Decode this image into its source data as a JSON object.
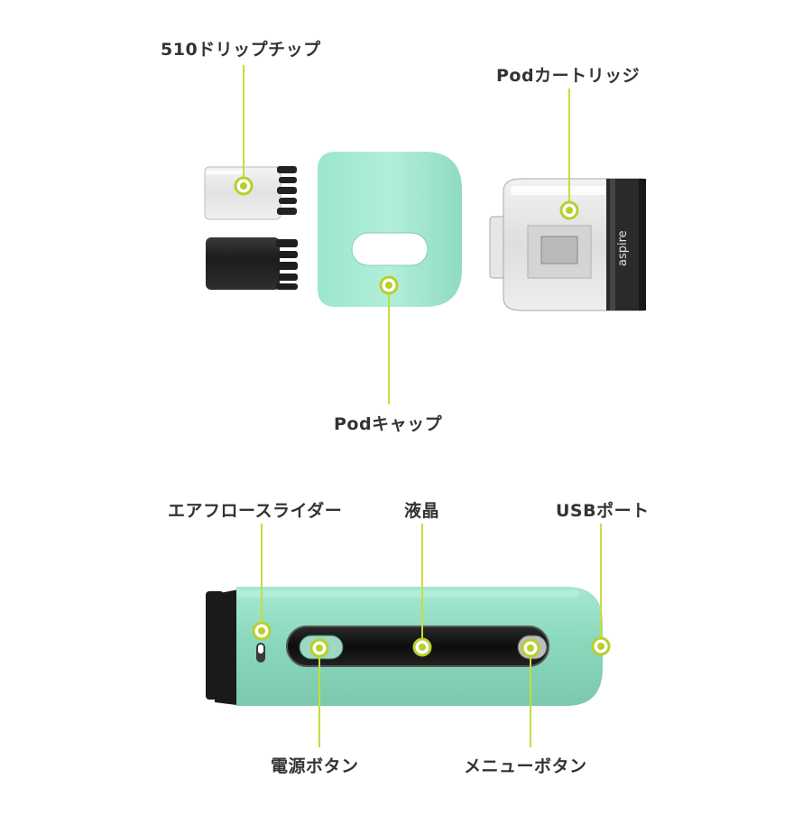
{
  "labels": {
    "drip_tip": "510ドリップチップ",
    "pod_cartridge": "Podカートリッジ",
    "pod_cap": "Podキャップ",
    "airflow_slider": "エアフロースライダー",
    "lcd": "液晶",
    "usb_port": "USBポート",
    "power_button": "電源ボタン",
    "menu_button": "メニューボタン"
  },
  "brand_text": "aspire",
  "colors": {
    "accent_line": "#c8dc3c",
    "marker_ring": "#b7cf2a",
    "body_mint": "#93ddc4",
    "label_text": "#333333"
  }
}
